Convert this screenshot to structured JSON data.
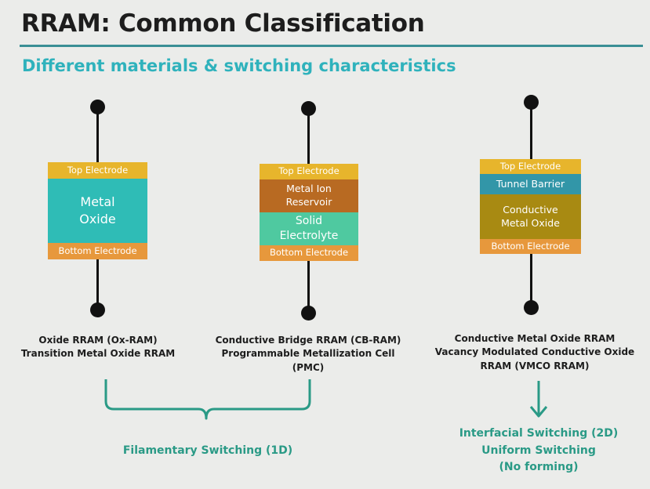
{
  "slide": {
    "title": "RRAM: Common Classification",
    "subtitle": "Different materials & switching characteristics"
  },
  "colors": {
    "top_electrode": "#e7b52c",
    "bottom_electrode": "#e7983c",
    "metal_oxide": "#2fbcb6",
    "metal_ion_reservoir": "#b86a22",
    "solid_electrolyte": "#4fc9a0",
    "tunnel_barrier": "#3296a8",
    "conductive_metal_oxide": "#a88a12",
    "accent_teal": "#2fb2bc",
    "bracket_green": "#2a9a86"
  },
  "devices": [
    {
      "top_electrode": "Top Electrode",
      "metal_oxide": "Metal\nOxide",
      "bottom_electrode": "Bottom Electrode",
      "caption": "Oxide RRAM (Ox-RAM)\nTransition Metal Oxide RRAM"
    },
    {
      "top_electrode": "Top Electrode",
      "metal_ion_reservoir": "Metal Ion\nReservoir",
      "solid_electrolyte": "Solid\nElectrolyte",
      "bottom_electrode": "Bottom Electrode",
      "caption": "Conductive Bridge RRAM (CB-RAM)\nProgrammable Metallization Cell (PMC)"
    },
    {
      "top_electrode": "Top Electrode",
      "tunnel_barrier": "Tunnel Barrier",
      "conductive_metal_oxide": "Conductive\nMetal Oxide",
      "bottom_electrode": "Bottom Electrode",
      "caption": "Conductive Metal Oxide RRAM\nVacancy Modulated Conductive Oxide\nRRAM (VMCO RRAM)"
    }
  ],
  "groups": {
    "filamentary": "Filamentary Switching (1D)",
    "interfacial": "Interfacial Switching (2D)\nUniform Switching\n(No forming)"
  }
}
